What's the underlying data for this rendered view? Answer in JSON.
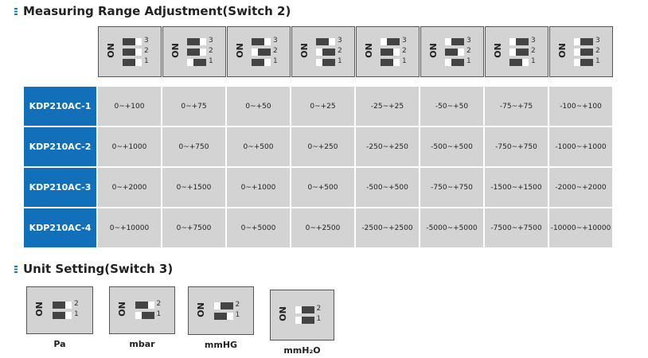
{
  "range_section": {
    "title": "Measuring Range Adjustment(Switch 2)",
    "switch_on_label": "ON",
    "switch_numbers": [
      "3",
      "2",
      "1"
    ],
    "switches": [
      [
        "L",
        "L",
        "L"
      ],
      [
        "L",
        "L",
        "R"
      ],
      [
        "L",
        "R",
        "L"
      ],
      [
        "L",
        "R",
        "R"
      ],
      [
        "R",
        "L",
        "L"
      ],
      [
        "R",
        "L",
        "R"
      ],
      [
        "R",
        "R",
        "L"
      ],
      [
        "R",
        "R",
        "R"
      ]
    ],
    "rows": [
      {
        "model": "KDP210AC-1",
        "values": [
          "0~+100",
          "0~+75",
          "0~+50",
          "0~+25",
          "-25~+25",
          "-50~+50",
          "-75~+75",
          "-100~+100"
        ]
      },
      {
        "model": "KDP210AC-2",
        "values": [
          "0~+1000",
          "0~+750",
          "0~+500",
          "0~+250",
          "-250~+250",
          "-500~+500",
          "-750~+750",
          "-1000~+1000"
        ]
      },
      {
        "model": "KDP210AC-3",
        "values": [
          "0~+2000",
          "0~+1500",
          "0~+1000",
          "0~+500",
          "-500~+500",
          "-750~+750",
          "-1500~+1500",
          "-2000~+2000"
        ]
      },
      {
        "model": "KDP210AC-4",
        "values": [
          "0~+10000",
          "0~+7500",
          "0~+5000",
          "0~+2500",
          "-2500~+2500",
          "-5000~+5000",
          "-7500~+7500",
          "-10000~+10000"
        ]
      }
    ]
  },
  "unit_section": {
    "title": "Unit Setting(Switch 3)",
    "switch_on_label": "ON",
    "switch_numbers": [
      "2",
      "1"
    ],
    "units": [
      {
        "label": "Pa",
        "switches": [
          "L",
          "L"
        ]
      },
      {
        "label": "mbar",
        "switches": [
          "L",
          "R"
        ]
      },
      {
        "label": "mmHG",
        "switches": [
          "R",
          "L"
        ]
      },
      {
        "label": "mmH₂O",
        "switches": [
          "R",
          "R"
        ]
      }
    ]
  },
  "colors": {
    "accent": "#1170b9",
    "cell": "#d3d3d3"
  }
}
